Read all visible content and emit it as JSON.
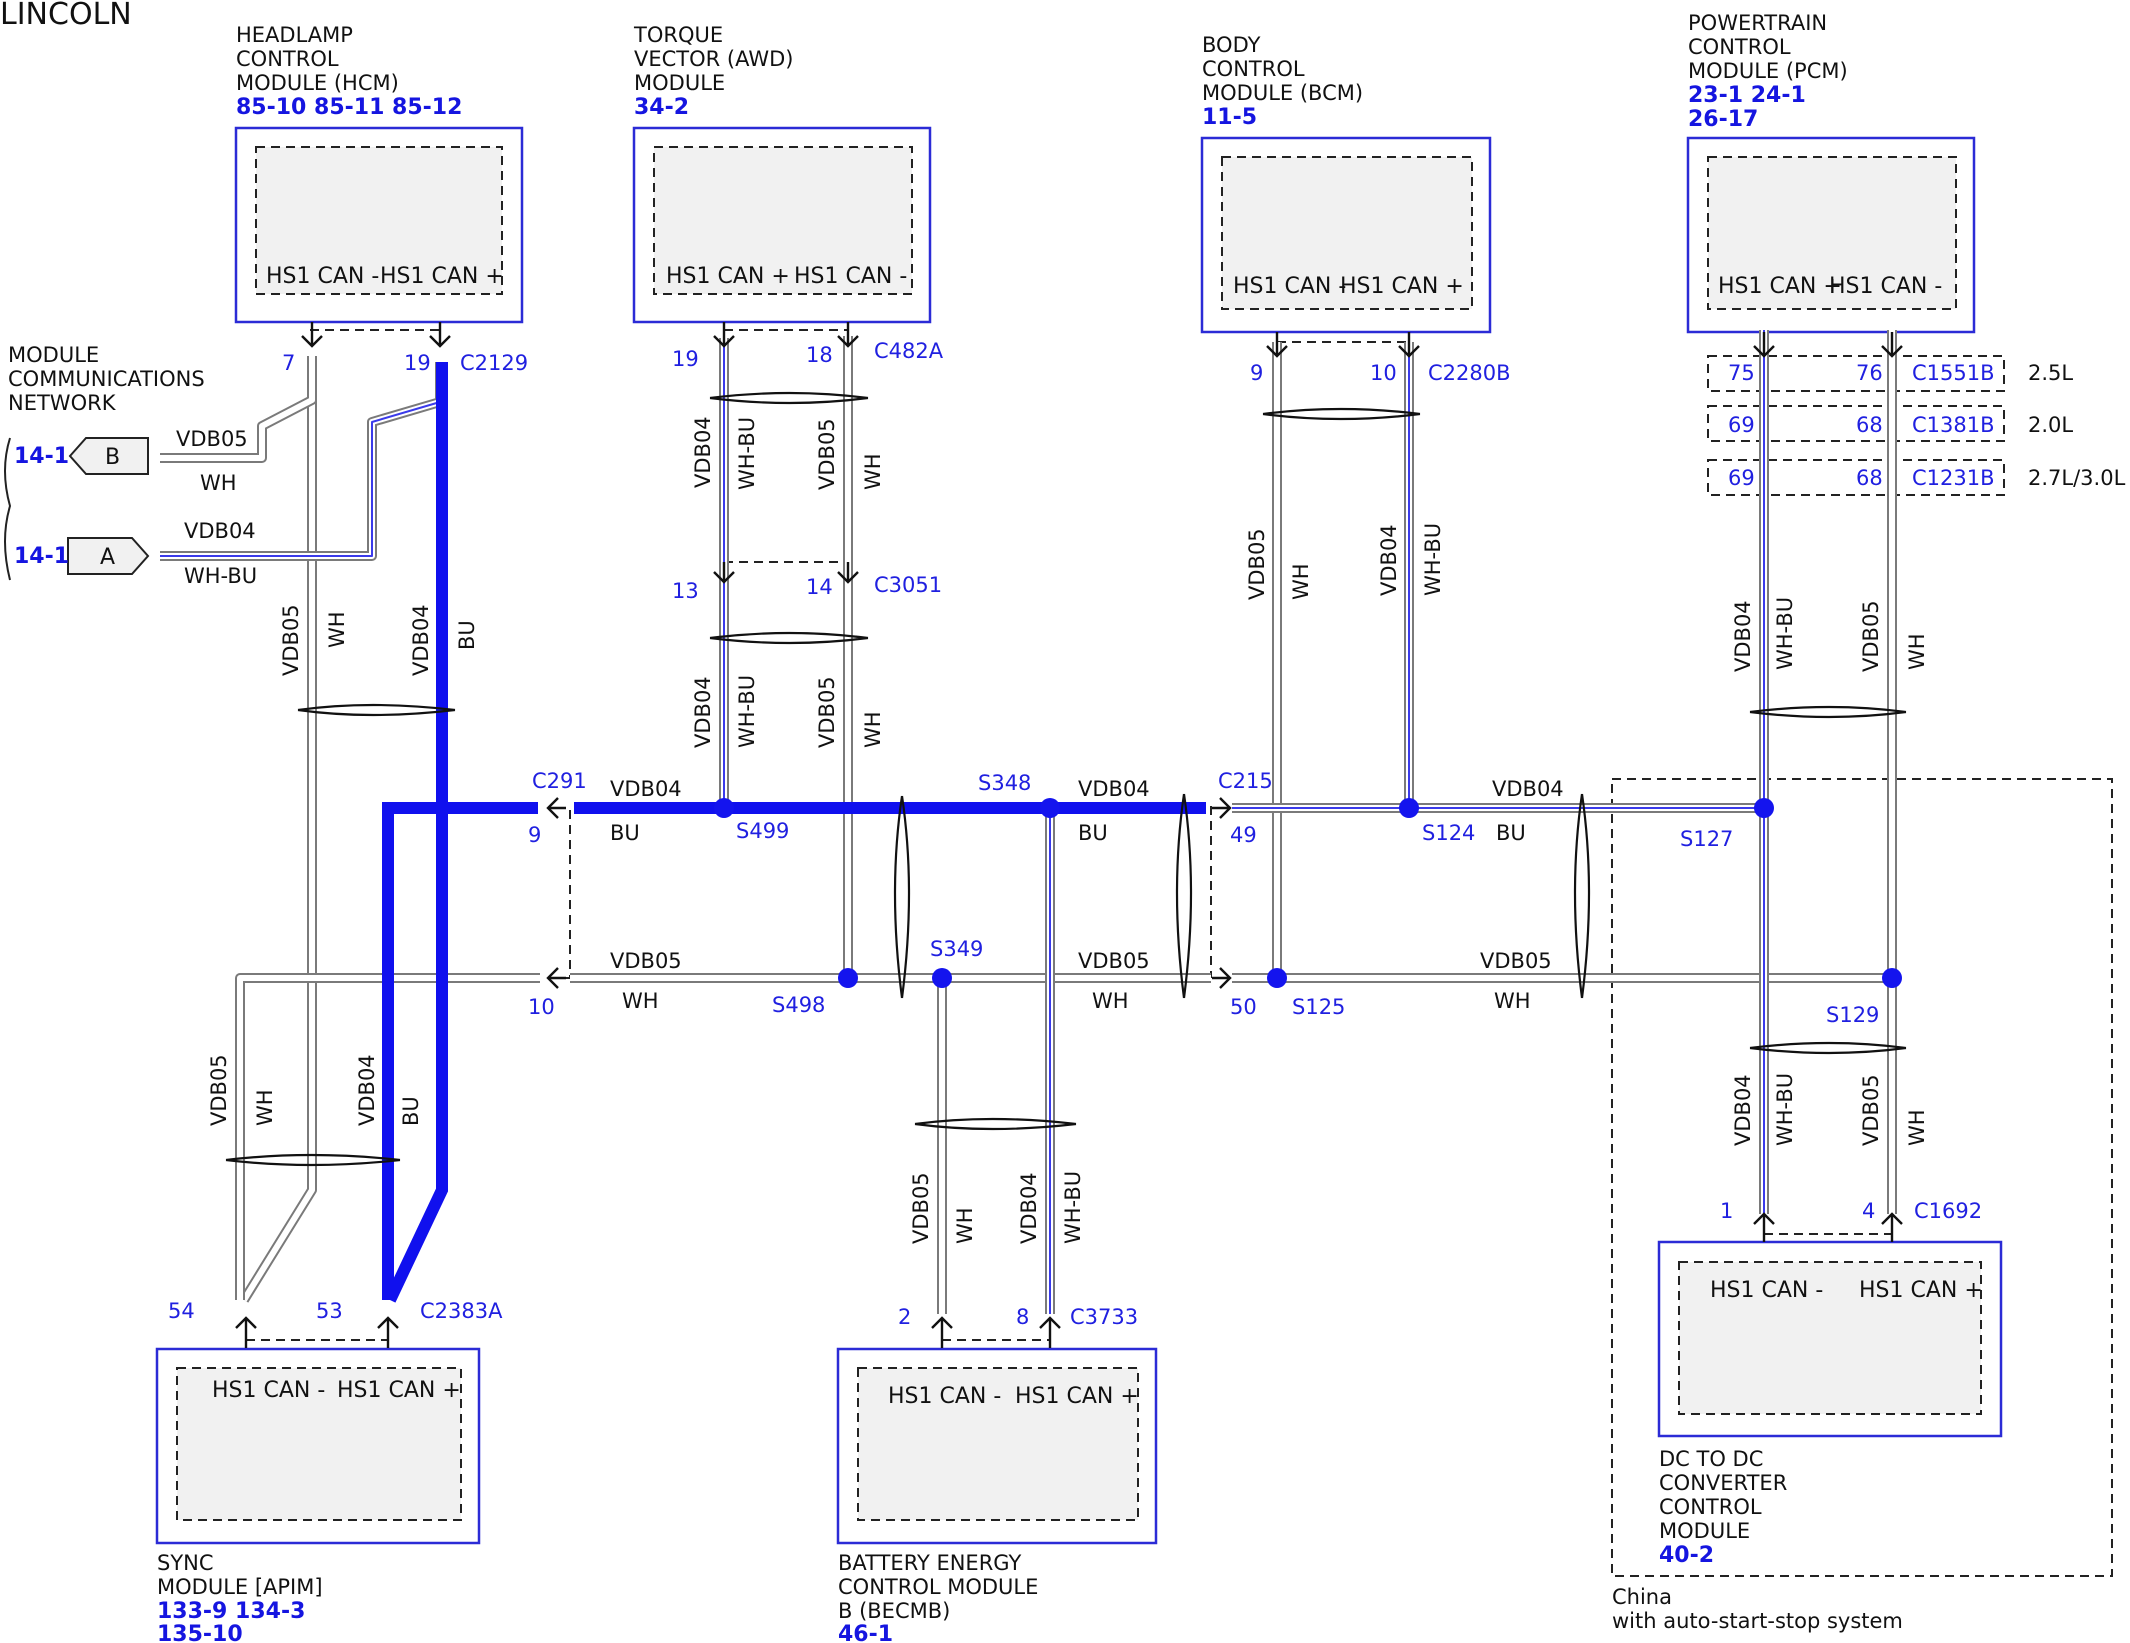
{
  "brand": "LINCOLN",
  "modules": {
    "hcm": {
      "lines": [
        "HEADLAMP",
        "CONTROL",
        "MODULE (HCM)"
      ],
      "refs": "85-10 85-11 85-12",
      "pin_left": "HS1 CAN -",
      "pin_right": "HS1 CAN +"
    },
    "tv": {
      "lines": [
        "TORQUE",
        "VECTOR (AWD)",
        "MODULE"
      ],
      "refs": "34-2",
      "pin_left": "HS1 CAN +",
      "pin_right": "HS1 CAN -"
    },
    "bcm": {
      "lines": [
        "BODY",
        "CONTROL",
        "MODULE (BCM)"
      ],
      "refs": "11-5",
      "pin_left": "HS1 CAN -",
      "pin_right": "HS1 CAN +"
    },
    "pcm": {
      "lines": [
        "POWERTRAIN",
        "CONTROL",
        "MODULE (PCM)"
      ],
      "refs1": "23-1  24-1",
      "refs2": "26-17",
      "pin_left": "HS1 CAN +",
      "pin_right": "HS1 CAN -"
    },
    "apim": {
      "lines": [
        "SYNC",
        "MODULE [APIM]"
      ],
      "refs1": "133-9 134-3",
      "refs2": "135-10",
      "pin_left": "HS1 CAN -",
      "pin_right": "HS1 CAN +"
    },
    "becmb": {
      "lines": [
        "BATTERY ENERGY",
        "CONTROL MODULE",
        "B (BECMB)"
      ],
      "refs": "46-1",
      "pin_left": "HS1 CAN -",
      "pin_right": "HS1 CAN +"
    },
    "dcdc": {
      "lines": [
        "DC TO DC",
        "CONVERTER",
        "CONTROL",
        "MODULE"
      ],
      "refs": "40-2",
      "pin_left": "HS1 CAN -",
      "pin_right": "HS1 CAN +"
    }
  },
  "network": {
    "lines": [
      "MODULE",
      "COMMUNICATIONS",
      "NETWORK"
    ],
    "ref_b": "14-1",
    "ref_a": "14-1",
    "tag_b": "B",
    "tag_a": "A"
  },
  "connectors": {
    "c2129": "C2129",
    "c482a": "C482A",
    "c3051": "C3051",
    "c2280b": "C2280B",
    "c1551b": "C1551B",
    "c1381b": "C1381B",
    "c1231b": "C1231B",
    "c291": "C291",
    "c215": "C215",
    "c2383a": "C2383A",
    "c3733": "C3733",
    "c1692": "C1692"
  },
  "pins": {
    "hcm_l": "7",
    "hcm_r": "19",
    "tv_l": "19",
    "tv_r": "18",
    "c3051_l": "13",
    "c3051_r": "14",
    "bcm_l": "9",
    "bcm_r": "10",
    "pcm_25_l": "75",
    "pcm_25_r": "76",
    "pcm_20_l": "69",
    "pcm_20_r": "68",
    "pcm_27_l": "69",
    "pcm_27_r": "68",
    "c291_top": "9",
    "c291_bot": "10",
    "c215_top": "49",
    "c215_bot": "50",
    "apim_l": "54",
    "apim_r": "53",
    "becmb_l": "2",
    "becmb_r": "8",
    "dcdc_l": "1",
    "dcdc_r": "4"
  },
  "engines": {
    "e25": "2.5L",
    "e20": "2.0L",
    "e27": "2.7L/3.0L"
  },
  "splices": {
    "s499": "S499",
    "s348": "S348",
    "s124": "S124",
    "s127": "S127",
    "s498": "S498",
    "s349": "S349",
    "s125": "S125",
    "s129": "S129"
  },
  "circuits": {
    "vdb04": "VDB04",
    "vdb05": "VDB05"
  },
  "colors": {
    "wh": "WH",
    "whbu": "WH-BU",
    "bu": "BU"
  },
  "region_note": [
    "China",
    "with auto-start-stop system"
  ]
}
